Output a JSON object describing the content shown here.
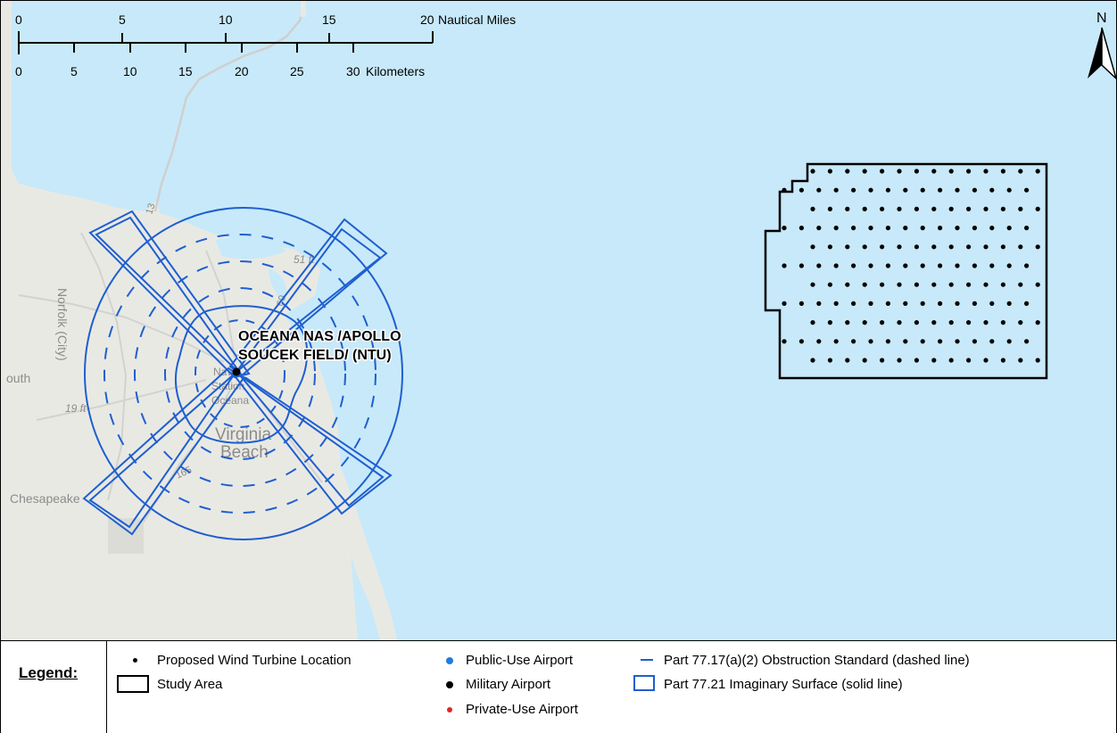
{
  "scale_bar": {
    "nautical_ticks": [
      "0",
      "5",
      "10",
      "15",
      "20"
    ],
    "nautical_unit": "Nautical Miles",
    "km_ticks": [
      "0",
      "5",
      "10",
      "15",
      "20",
      "25",
      "30"
    ],
    "km_unit": "Kilometers"
  },
  "north_arrow": {
    "label": "N"
  },
  "airport": {
    "label_line1": "OCEANA NAS /APOLLO",
    "label_line2": "SOUCEK FIELD/ (NTU)"
  },
  "basemap_labels": {
    "virginia": "Virginia",
    "beach": "Beach",
    "chesapeake": "Chesapeake",
    "norfolk": "Norfolk (City)",
    "south": "outh",
    "naval": "Naval",
    "station": "Station",
    "oceana": "Oceana",
    "elev_51": "51 ft",
    "elev_19": "19 ft",
    "route_13": "13",
    "route_165": "165",
    "route_60": "60"
  },
  "legend": {
    "title": "Legend:",
    "turbine": "Proposed Wind Turbine Location",
    "study_area": "Study Area",
    "public_airport": "Public-Use Airport",
    "military_airport": "Military Airport",
    "private_airport": "Private-Use Airport",
    "obstruction": "Part 77.17(a)(2) Obstruction Standard (dashed line)",
    "imaginary": "Part 77.21 Imaginary Surface (solid line)"
  },
  "colors": {
    "water": "#c8e9f9",
    "land": "#e9e9e4",
    "surface_blue": "#1e5fd0",
    "public_airport": "#1f7ce0",
    "military_airport": "#000000",
    "private_airport": "#e0262a"
  },
  "turbine_grid": {
    "rows": 11,
    "columns": 15
  }
}
